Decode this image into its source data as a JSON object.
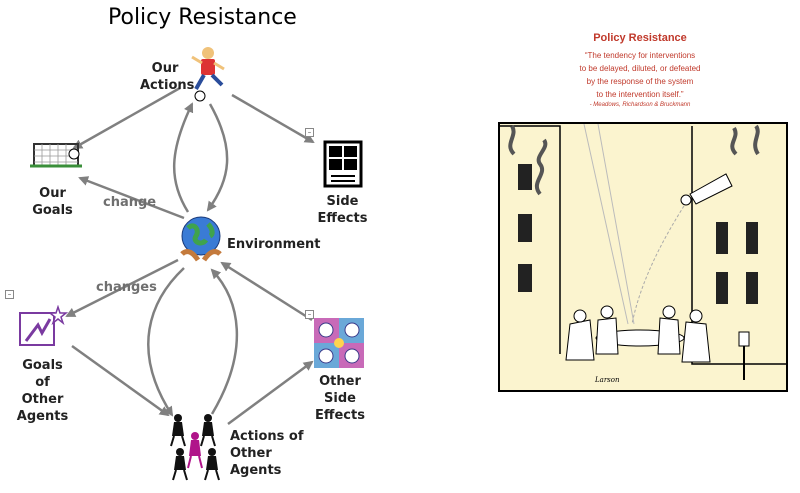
{
  "diagram": {
    "title": "Policy Resistance",
    "nodes": [
      {
        "id": "our-actions",
        "label": "Our\nActions",
        "icon": "soccer-player-icon"
      },
      {
        "id": "our-goals",
        "label": "Our\nGoals",
        "icon": "soccer-goal-icon"
      },
      {
        "id": "side-effects",
        "label": "Side\nEffects",
        "icon": "window-icon"
      },
      {
        "id": "environment",
        "label": "Environment",
        "icon": "globe-hands-icon"
      },
      {
        "id": "goals-of-other-agents",
        "label": "Goals\nof\nOther\nAgents",
        "icon": "goal-star-icon"
      },
      {
        "id": "other-side-effects",
        "label": "Other\nSide\nEffects",
        "icon": "pattern-tile-icon"
      },
      {
        "id": "actions-of-other-agents",
        "label": "Actions of\nOther\nAgents",
        "icon": "people-group-icon"
      }
    ],
    "edge_labels": {
      "change": "change",
      "changes": "changes"
    }
  },
  "panel": {
    "title": "Policy Resistance",
    "quote_line1": "“The tendency for interventions",
    "quote_line2": "to be delayed, diluted, or defeated",
    "quote_line3": "by the response of the system",
    "quote_line4": "to the intervention itself.”",
    "citation": "- Meadows, Richardson & Bruckmann",
    "cartoon_signature": "Larson"
  },
  "colors": {
    "arrow": "#808080",
    "panel_text": "#c0392b",
    "cartoon_bg": "#fbf4cf"
  }
}
